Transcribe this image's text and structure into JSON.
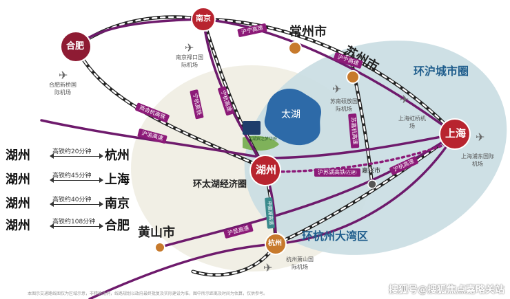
{
  "colors": {
    "purple": "#6e1a6c",
    "maroon": "#8e1b33",
    "red": "#b8242f",
    "orange": "#c77a2c",
    "teal_region": "#c9dde2",
    "beige_region": "#efece0",
    "lake": "#2d6aa8"
  },
  "cities": {
    "nanjing": "南京",
    "hefei": "合肥",
    "changzhou": "常州市",
    "suzhou": "苏州市",
    "shanghai": "上海",
    "huzhou": "湖州",
    "hangzhou": "杭州",
    "jiaxing": "嘉兴市",
    "huangshan": "黄山市",
    "taihu": "太湖"
  },
  "airports": {
    "nanjing": "南京禄口国际机场",
    "hefei": "合肥新桥国际机场",
    "suzhou": "苏南硕放国际机场",
    "shanghai_hongqiao": "上海虹桥机场",
    "shanghai_pudong": "上海浦东国际机场",
    "hangzhou": "杭州萧山国际机场"
  },
  "roads": {
    "hu_ning": "沪宁高速",
    "hu_ning_2": "沪宁高速",
    "ning_hang_gaotie": "宁杭高铁",
    "ning_hang_gaosu": "宁杭高速",
    "shang_he_hang": "商合杭高铁",
    "hu_yu": "沪渝高速",
    "hu_su_hu": "沪苏湖高铁",
    "hu_su_hu_note": "(在建)",
    "hu_hang": "沪杭高速",
    "hu_kun": "沪昆高速",
    "su_jia_hang": "苏嘉杭高速",
    "shen_jia_hu": "申嘉湖高速"
  },
  "regions": {
    "hu_ring": "环沪城市圈",
    "taihu_ring": "环太湖经济圈",
    "hangzhou_bay": "环杭州大湾区"
  },
  "project_label": "太湖宾之梦华府",
  "travel_times": [
    {
      "from": "湖州",
      "mode": "高铁约20分钟",
      "to": "杭州"
    },
    {
      "from": "湖州",
      "mode": "高铁约45分钟",
      "to": "上海"
    },
    {
      "from": "湖州",
      "mode": "高铁约40分钟",
      "to": "南京"
    },
    {
      "from": "湖州",
      "mode": "高铁约108分钟",
      "to": "合肥"
    }
  ],
  "footnote": "本图示交通路线图仅为区域示意，非精确比例，线路规划以政府最终批复及实际建设为准，图中所示距离及时间为估算，仅供参考。",
  "watermark": "搜狐号@搜狐焦点嘉略关站"
}
